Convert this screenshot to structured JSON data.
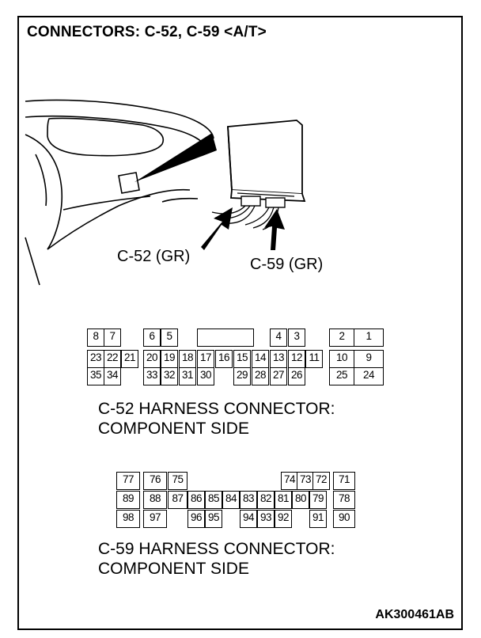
{
  "title": "CONNECTORS: C-52, C-59 <A/T>",
  "illustration": {
    "label_c52": "C-52 (GR)",
    "label_c59": "C-59 (GR)"
  },
  "c52": {
    "caption": "C-52 HARNESS CONNECTOR:\nCOMPONENT SIDE",
    "row1": [
      "8",
      "7",
      "",
      "6",
      "5",
      "",
      "",
      "",
      "4",
      "3",
      "",
      "2",
      "1"
    ],
    "row2": [
      "23",
      "22",
      "21",
      "20",
      "19",
      "18",
      "17",
      "16",
      "15",
      "14",
      "13",
      "12",
      "11",
      "10",
      "9"
    ],
    "row3": [
      "35",
      "34",
      "33",
      "32",
      "31",
      "30",
      "29",
      "28",
      "27",
      "26",
      "25",
      "24"
    ]
  },
  "c59": {
    "caption": "C-59 HARNESS CONNECTOR:\nCOMPONENT SIDE",
    "row1": [
      "77",
      "76",
      "75",
      "74",
      "73",
      "72",
      "71"
    ],
    "row2": [
      "89",
      "88",
      "87",
      "86",
      "85",
      "84",
      "83",
      "82",
      "81",
      "80",
      "79",
      "78"
    ],
    "row3": [
      "98",
      "97",
      "96",
      "95",
      "94",
      "93",
      "92",
      "91",
      "90"
    ]
  },
  "figure_code": "AK300461AB"
}
